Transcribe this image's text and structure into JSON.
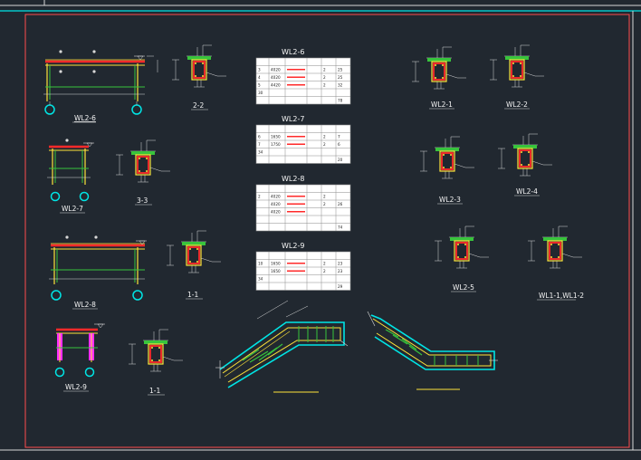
{
  "colors": {
    "background": "#212830",
    "border_inner": "#ff4c4c",
    "border_outer": "#d8d8d8",
    "accent_cyan": "#00e5e5",
    "rebar_red": "#ff2a2a",
    "stirrup_yellow": "#ffe43a",
    "dimension_green": "#38c43c",
    "magenta": "#ff2cff"
  },
  "elevations": [
    {
      "title": "WL2-6"
    },
    {
      "title": "WL2-7"
    },
    {
      "title": "WL2-8"
    },
    {
      "title": "WL2-9"
    }
  ],
  "sections_left": [
    {
      "title": "2-2"
    },
    {
      "title": "3-3"
    },
    {
      "title": "1-1"
    },
    {
      "title": "1-1"
    }
  ],
  "sections_right": [
    {
      "title": "WL2-1"
    },
    {
      "title": "WL2-2"
    },
    {
      "title": "WL2-3"
    },
    {
      "title": "WL2-4"
    },
    {
      "title": "WL2-5"
    },
    {
      "title": "WL1-1,WL1-2"
    }
  ],
  "schedules": [
    {
      "title": "WL2-6",
      "rows": [
        [
          "3",
          "4020",
          "",
          "",
          "2",
          "25"
        ],
        [
          "4",
          "4020",
          "",
          "",
          "2",
          "25"
        ],
        [
          "5",
          "4420",
          "",
          "",
          "2",
          "32"
        ],
        [
          "30",
          "",
          "",
          "",
          "",
          ""
        ],
        [
          "",
          "",
          "",
          "",
          "",
          "78"
        ]
      ]
    },
    {
      "title": "WL2-7",
      "rows": [
        [
          "6",
          "1650",
          "",
          "",
          "2",
          "7"
        ],
        [
          "7",
          "1750",
          "",
          "",
          "2",
          "6"
        ],
        [
          "34",
          "",
          "",
          "",
          "",
          ""
        ],
        [
          "",
          "",
          "",
          "",
          "",
          "20"
        ]
      ]
    },
    {
      "title": "WL2-8",
      "rows": [
        [
          "2",
          "4020",
          "",
          "",
          "2",
          ""
        ],
        [
          "",
          "4020",
          "",
          "",
          "2",
          "26"
        ],
        [
          "",
          "4020",
          "",
          "",
          "",
          ""
        ],
        [
          "",
          "",
          "",
          "",
          "",
          ""
        ],
        [
          "",
          "",
          "",
          "",
          "",
          "74"
        ]
      ]
    },
    {
      "title": "WL2-9",
      "rows": [
        [
          "10",
          "1650",
          "",
          "",
          "2",
          "23"
        ],
        [
          "",
          "1650",
          "",
          "",
          "2",
          "23"
        ],
        [
          "34",
          "",
          "",
          "",
          "",
          ""
        ],
        [
          "",
          "",
          "",
          "",
          "",
          "29"
        ]
      ]
    }
  ]
}
